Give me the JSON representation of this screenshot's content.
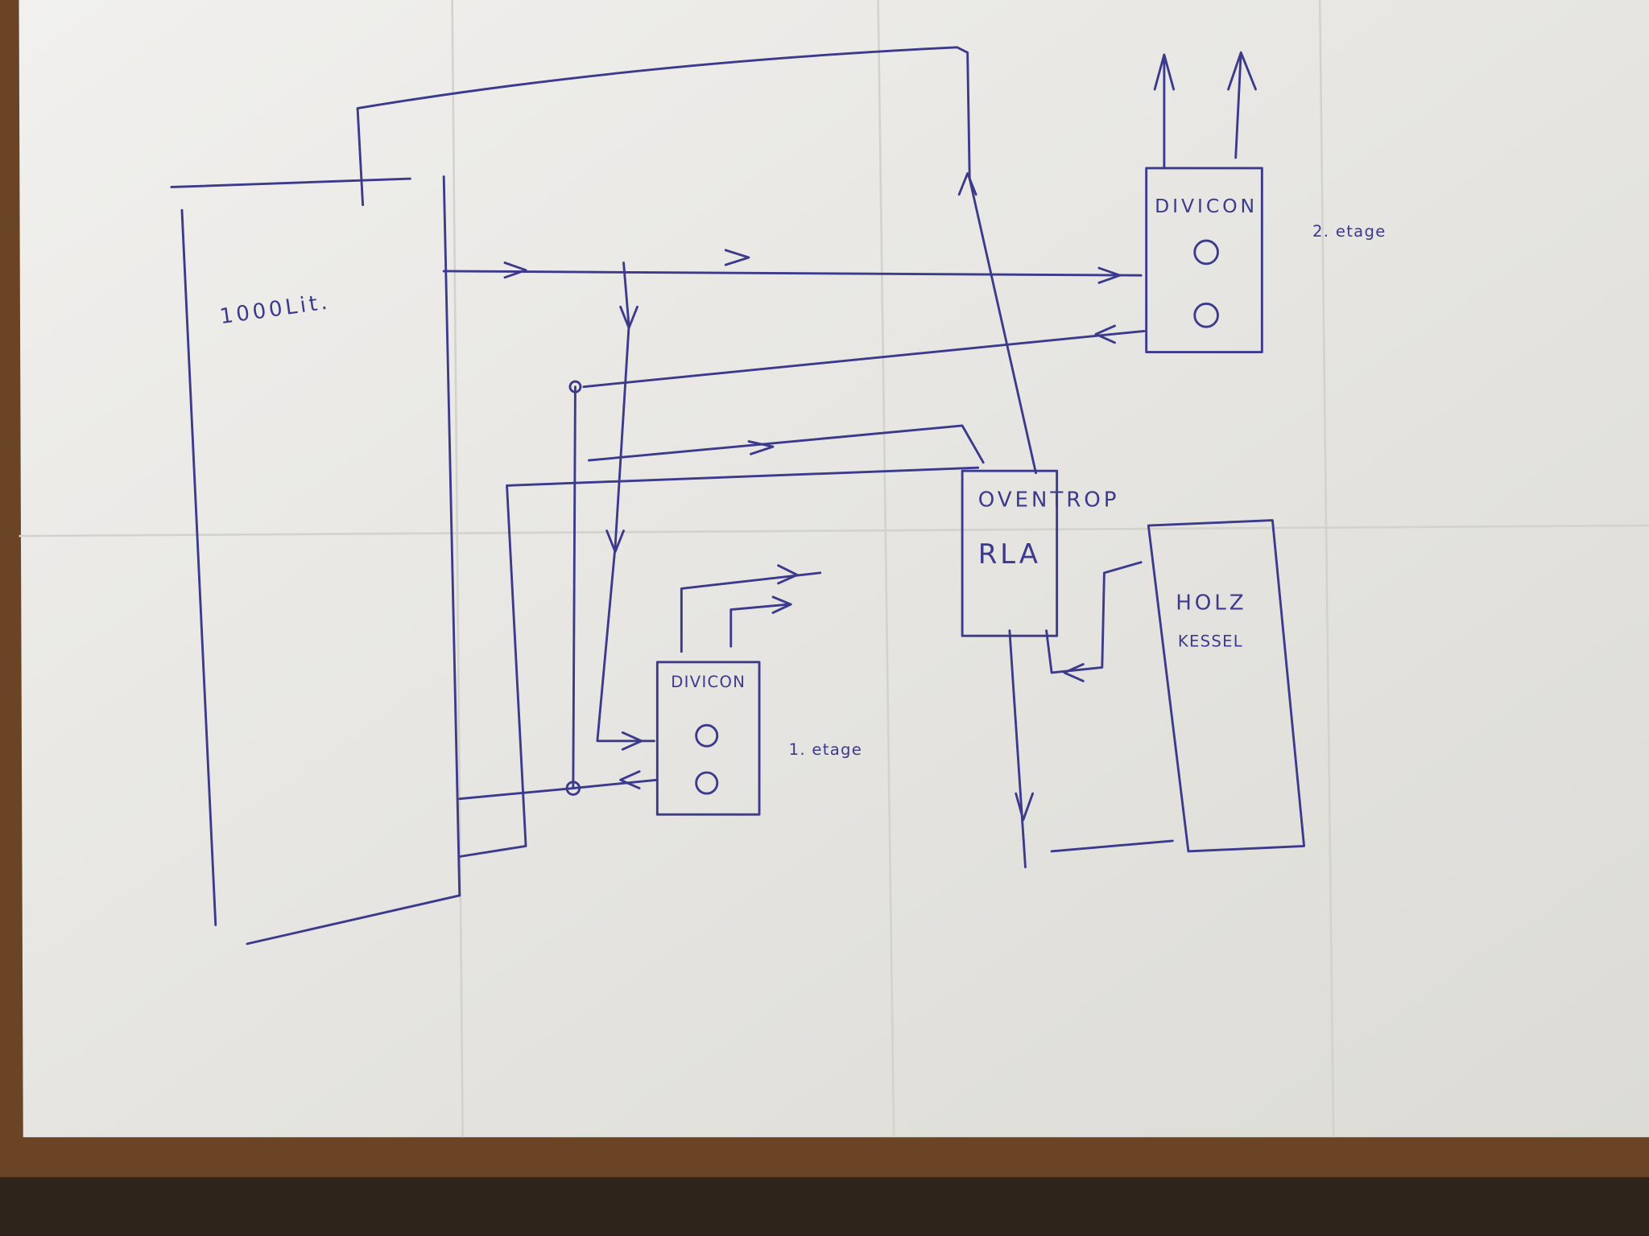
{
  "diagram": {
    "tank_label": "1000Lit.",
    "divicon_upper": {
      "label": "DIVICON",
      "floor_label": "2. etage"
    },
    "divicon_lower": {
      "label": "DIVICON",
      "floor_label": "1. etage"
    },
    "valve": {
      "label_line1": "OVENTROP",
      "label_line2": "RLA"
    },
    "boiler": {
      "label_line1": "HOLZ",
      "label_line2": "KESSEL"
    }
  },
  "colors": {
    "ink": "#3b3a8c",
    "paper": "#e9e8e4",
    "table": "#5a3a22"
  }
}
